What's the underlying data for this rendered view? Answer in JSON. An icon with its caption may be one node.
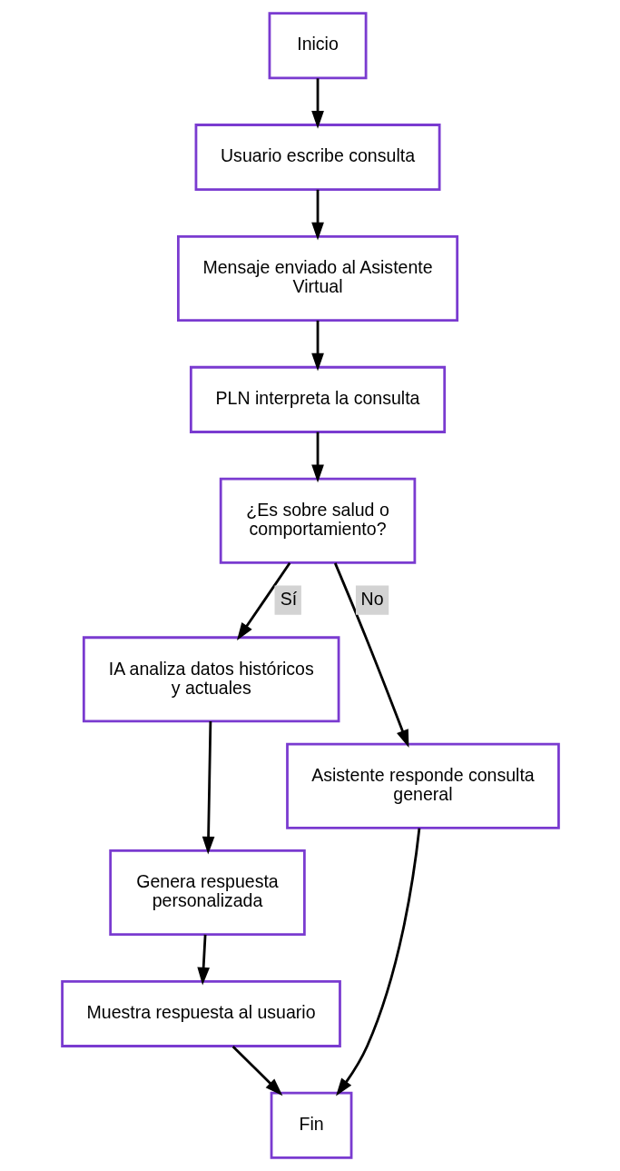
{
  "diagram": {
    "nodes": [
      {
        "text": [
          "Inicio"
        ]
      },
      {
        "text": [
          "Usuario escribe consulta"
        ]
      },
      {
        "text": [
          "Mensaje enviado al Asistente Virtual"
        ]
      },
      {
        "text": [
          "PLN interpreta la consulta"
        ]
      },
      {
        "text": [
          "¿Es sobre salud o comportamiento?"
        ]
      },
      {
        "text": [
          "IA analiza datos históricos y actuales"
        ]
      },
      {
        "text": [
          "Genera respuesta personalizada"
        ]
      },
      {
        "text": [
          "Muestra respuesta al usuario"
        ]
      },
      {
        "text": [
          "Asistente responde consulta general"
        ]
      },
      {
        "text": [
          "Fin"
        ]
      }
    ],
    "edges": [
      {
        "from": 0,
        "to": 1,
        "arrow": "to"
      },
      {
        "from": 1,
        "to": 2,
        "arrow": "to"
      },
      {
        "from": 2,
        "to": 3,
        "arrow": "to"
      },
      {
        "from": 3,
        "to": 4,
        "arrow": "to"
      },
      {
        "from": 4,
        "to": 5,
        "arrow": "to",
        "label": "Sí"
      },
      {
        "from": 4,
        "to": 8,
        "arrow": "to",
        "label": "No"
      },
      {
        "from": 5,
        "to": 6,
        "arrow": "to"
      },
      {
        "from": 6,
        "to": 7,
        "arrow": "to"
      },
      {
        "from": 7,
        "to": 9,
        "arrow": "to"
      },
      {
        "from": 8,
        "to": 9,
        "arrow": "to"
      }
    ]
  }
}
